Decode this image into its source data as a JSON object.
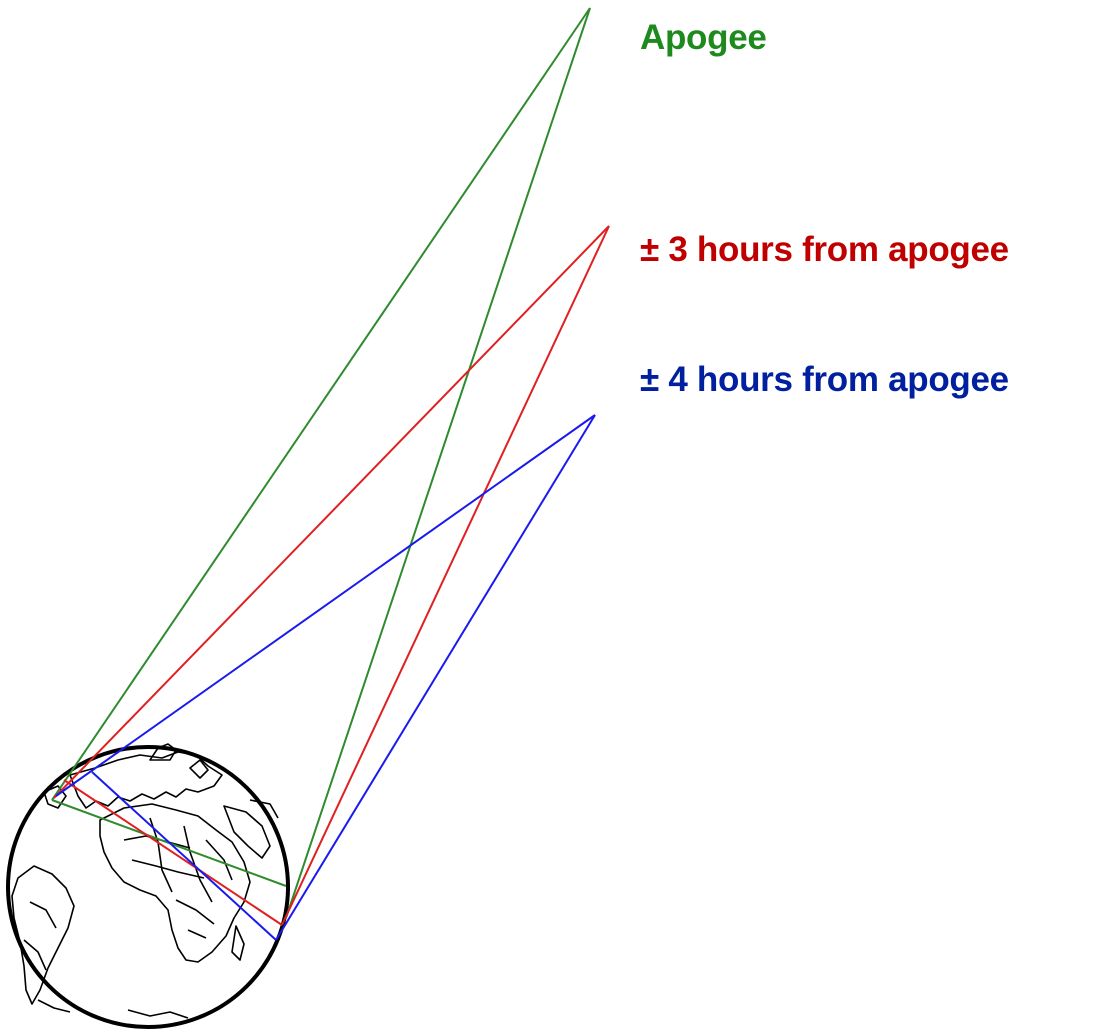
{
  "labels": {
    "apogee": "Apogee",
    "three_hours": "± 3 hours from apogee",
    "four_hours": "± 4 hours from apogee"
  },
  "colors": {
    "apogee": "#1e8a1e",
    "three_hours": "#c00000",
    "four_hours": "#00209f",
    "apogee_line": "#2e8b2e",
    "three_hours_line": "#e02020",
    "four_hours_line": "#1a1aee",
    "earth_outline": "#000000"
  },
  "icons": {
    "earth": "earth-globe-icon"
  }
}
